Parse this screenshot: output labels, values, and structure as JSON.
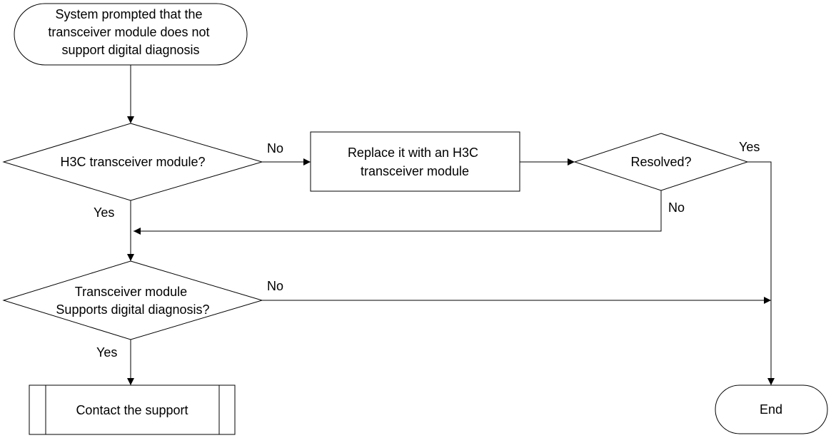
{
  "diagram": {
    "nodes": {
      "start": {
        "lines": [
          "System prompted that the",
          "transceiver module does not",
          "support digital diagnosis"
        ]
      },
      "h3c_check": {
        "lines": [
          "H3C transceiver module?"
        ]
      },
      "replace": {
        "lines": [
          "Replace it with an H3C",
          "transceiver module"
        ]
      },
      "resolved": {
        "lines": [
          "Resolved?"
        ]
      },
      "digital_check": {
        "lines": [
          "Transceiver module",
          "Supports digital diagnosis?"
        ]
      },
      "contact": {
        "lines": [
          "Contact the support"
        ]
      },
      "end": {
        "lines": [
          "End"
        ]
      }
    },
    "edge_labels": {
      "h3c_no": "No",
      "h3c_yes": "Yes",
      "resolved_yes": "Yes",
      "resolved_no": "No",
      "digital_no": "No",
      "digital_yes": "Yes"
    }
  }
}
